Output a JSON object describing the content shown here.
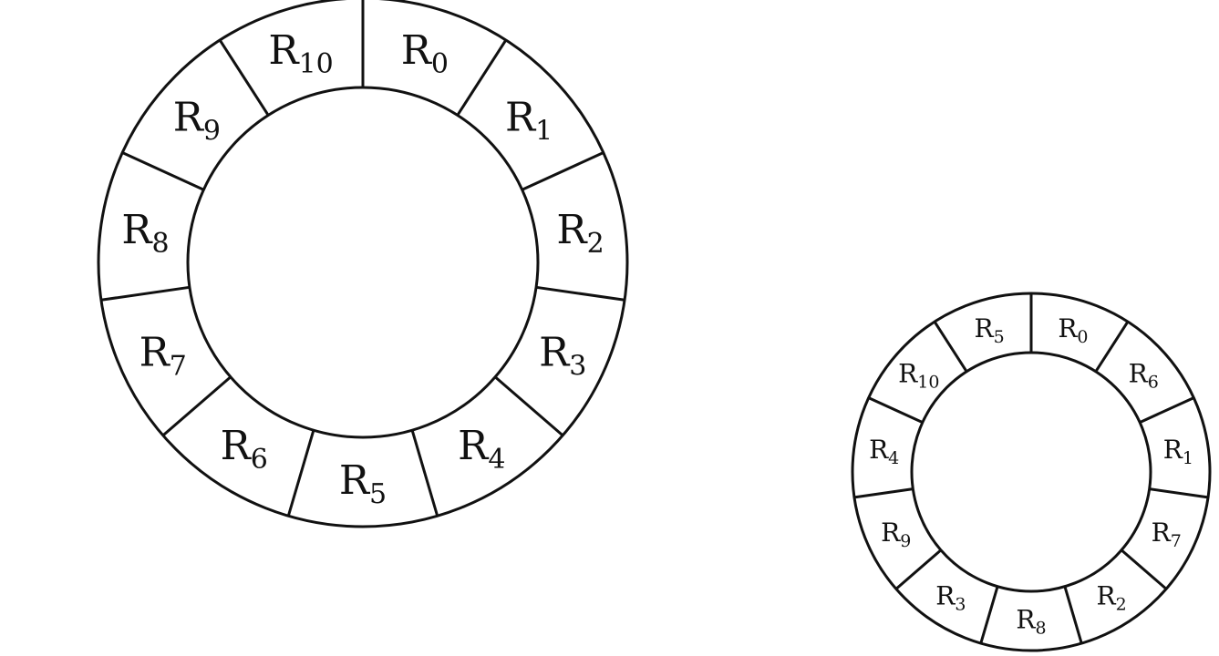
{
  "rings": [
    {
      "id": "large-ring",
      "segments": [
        {
          "letter": "R",
          "sub": "0"
        },
        {
          "letter": "R",
          "sub": "1"
        },
        {
          "letter": "R",
          "sub": "2"
        },
        {
          "letter": "R",
          "sub": "3"
        },
        {
          "letter": "R",
          "sub": "4"
        },
        {
          "letter": "R",
          "sub": "5"
        },
        {
          "letter": "R",
          "sub": "6"
        },
        {
          "letter": "R",
          "sub": "7"
        },
        {
          "letter": "R",
          "sub": "8"
        },
        {
          "letter": "R",
          "sub": "9"
        },
        {
          "letter": "R",
          "sub": "10"
        }
      ]
    },
    {
      "id": "small-ring",
      "segments": [
        {
          "letter": "R",
          "sub": "0"
        },
        {
          "letter": "R",
          "sub": "6"
        },
        {
          "letter": "R",
          "sub": "1"
        },
        {
          "letter": "R",
          "sub": "7"
        },
        {
          "letter": "R",
          "sub": "2"
        },
        {
          "letter": "R",
          "sub": "8"
        },
        {
          "letter": "R",
          "sub": "3"
        },
        {
          "letter": "R",
          "sub": "9"
        },
        {
          "letter": "R",
          "sub": "4"
        },
        {
          "letter": "R",
          "sub": "10"
        },
        {
          "letter": "R",
          "sub": "5"
        }
      ]
    }
  ],
  "colors": {
    "stroke": "#111111",
    "background": "#ffffff"
  }
}
